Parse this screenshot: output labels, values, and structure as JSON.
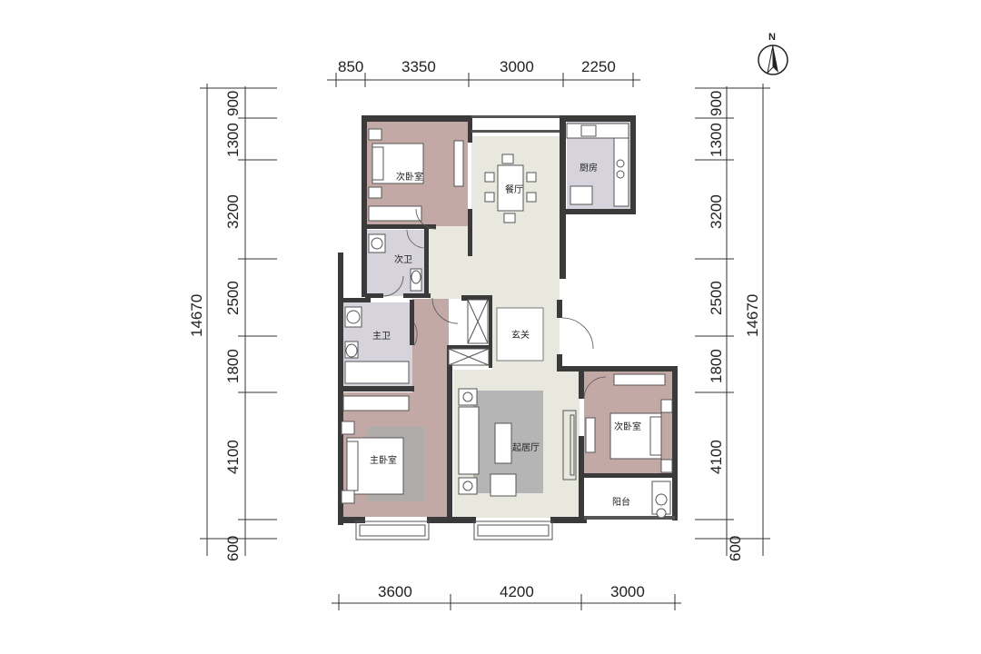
{
  "compass": {
    "label": "N"
  },
  "dimensions": {
    "top": [
      "850",
      "3350",
      "3000",
      "2250"
    ],
    "bottom": [
      "3600",
      "4200",
      "3000"
    ],
    "left": [
      "900",
      "1300",
      "3200",
      "2500",
      "1800",
      "4100",
      "600"
    ],
    "right": [
      "900",
      "1300",
      "3200",
      "2500",
      "1800",
      "4100",
      "600"
    ],
    "left_total": "14670",
    "right_total": "14670"
  },
  "rooms": {
    "bedroom_nw": "次卧室",
    "dining": "餐厅",
    "kitchen": "厨房",
    "bath2": "次卫",
    "foyer": "玄关",
    "master_bath": "主卫",
    "bedroom_e": "次卧室",
    "living": "起居厅",
    "master_bedroom": "主卧室",
    "balcony": "阳台"
  },
  "colors": {
    "bedroom_floor": "#c2a9a6",
    "living_floor": "#e8e8df",
    "wet_floor": "#d6d3dc",
    "rug": "#b5b5b5",
    "wall": "#3a3a3a"
  }
}
